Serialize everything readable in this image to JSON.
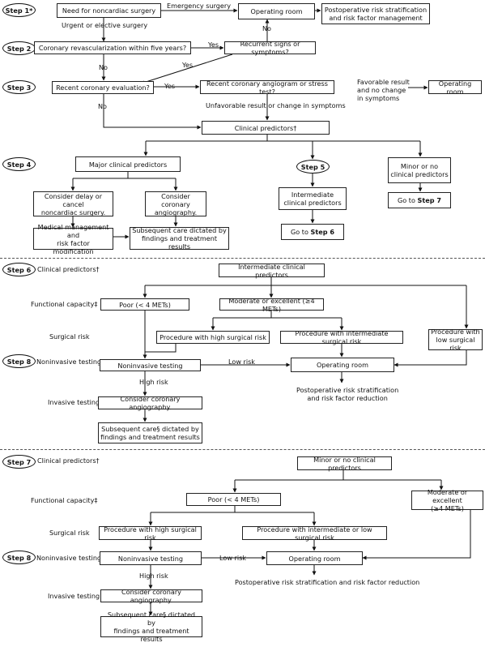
{
  "steps": {
    "s1": "Step 1*",
    "s2": "Step 2",
    "s3": "Step 3",
    "s4": "Step 4",
    "s5": "Step 5",
    "s6": "Step 6",
    "s8a": "Step 8",
    "s7": "Step 7",
    "s8b": "Step 8"
  },
  "part1": {
    "need_surgery": "Need for noncardiac surgery",
    "emergency_surgery": "Emergency surgery",
    "operating_room": "Operating room",
    "postop_mgmt": "Postoperative risk stratification\nand risk factor management",
    "urgent_elective": "Urgent or elective surgery",
    "no": "No",
    "yes": "Yes",
    "revasc": "Coronary revascularization within five years?",
    "recurrent": "Recurrent signs or symptoms?",
    "recent_eval": "Recent coronary evaluation?",
    "recent_angio": "Recent coronary angiogram or stress test?",
    "favorable": "Favorable result\nand no change\nin symptoms",
    "unfavorable": "Unfavorable result or change in symptoms",
    "clinical_predictors": "Clinical predictors†",
    "major": "Major clinical predictors",
    "intermediate": "Intermediate\nclinical predictors",
    "minor": "Minor or no\nclinical predictors",
    "go_to": "Go to",
    "step6": "Step 6",
    "step7": "Step 7",
    "delay": "Consider delay or cancel\nnoncardiac surgery.",
    "consider_angio": "Consider coronary\nangiography.",
    "medical_mgmt": "Medical management and\nrisk factor modification",
    "subsequent_care": "Subsequent care dictated by\nfindings and treatment results"
  },
  "labels": {
    "clinical_predictors": "Clinical predictors†",
    "functional_capacity": "Functional capacity‡",
    "surgical_risk": "Surgical risk",
    "noninvasive": "Noninvasive testing",
    "invasive": "Invasive testing"
  },
  "part2": {
    "intermediate": "Intermediate clinical predictors",
    "poor": "Poor (< 4 METs)",
    "moderate": "Moderate or excellent (≥4 METs)",
    "high_risk_proc": "Procedure with high surgical risk",
    "intermediate_proc": "Procedure with intermediate surgical risk",
    "low_proc": "Procedure with\nlow surgical risk",
    "noninvasive": "Noninvasive testing",
    "low_risk": "Low risk",
    "operating_room": "Operating room",
    "high_risk": "High risk",
    "postop": "Postoperative risk stratification\nand risk factor reduction",
    "consider_angio": "Consider coronary angiography.",
    "subsequent": "Subsequent care§ dictated by\nfindings and treatment results"
  },
  "part3": {
    "minor": "Minor or no clinical predictors",
    "poor": "Poor (< 4 METs)",
    "moderate": "Moderate or excellent\n(≥4 METs)",
    "high_risk_proc": "Procedure with high surgical risk",
    "int_low_proc": "Procedure with intermediate or low surgical risk",
    "noninvasive": "Noninvasive testing",
    "low_risk": "Low risk",
    "operating_room": "Operating room",
    "postop": "Postoperative risk stratification and risk factor reduction",
    "high_risk": "High risk",
    "consider_angio": "Consider coronary angiography.",
    "subsequent": "Subsequent care§ dictated by\nfindings and treatment results"
  }
}
